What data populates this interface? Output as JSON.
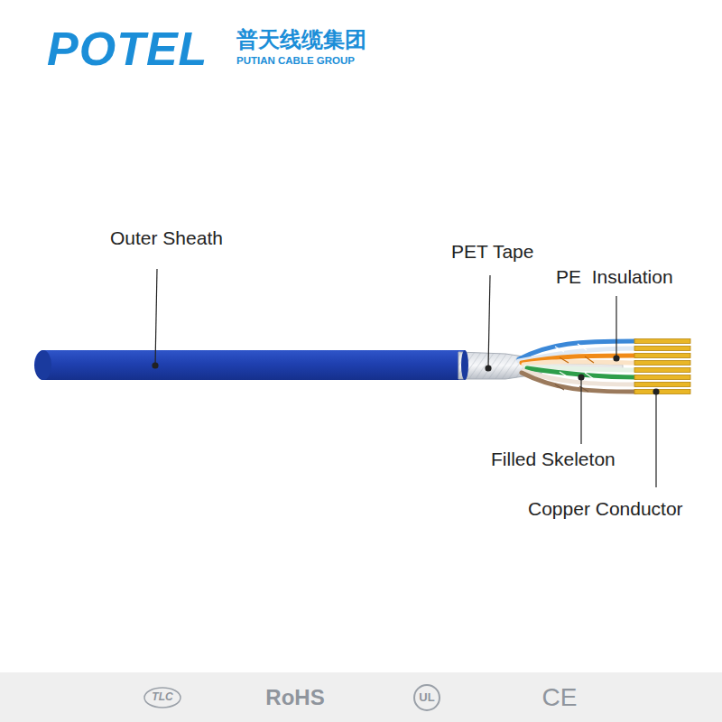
{
  "diagram": {
    "labels": [
      "POTEL",
      "普天线缆集团",
      "PUTIAN CABLE GROUP",
      "Outer Sheath",
      "PET Tape",
      "PE  Insulation",
      "Filled Skeleton",
      "Copper Conductor",
      "TLC",
      "RoHS",
      "UL",
      "CE"
    ]
  }
}
